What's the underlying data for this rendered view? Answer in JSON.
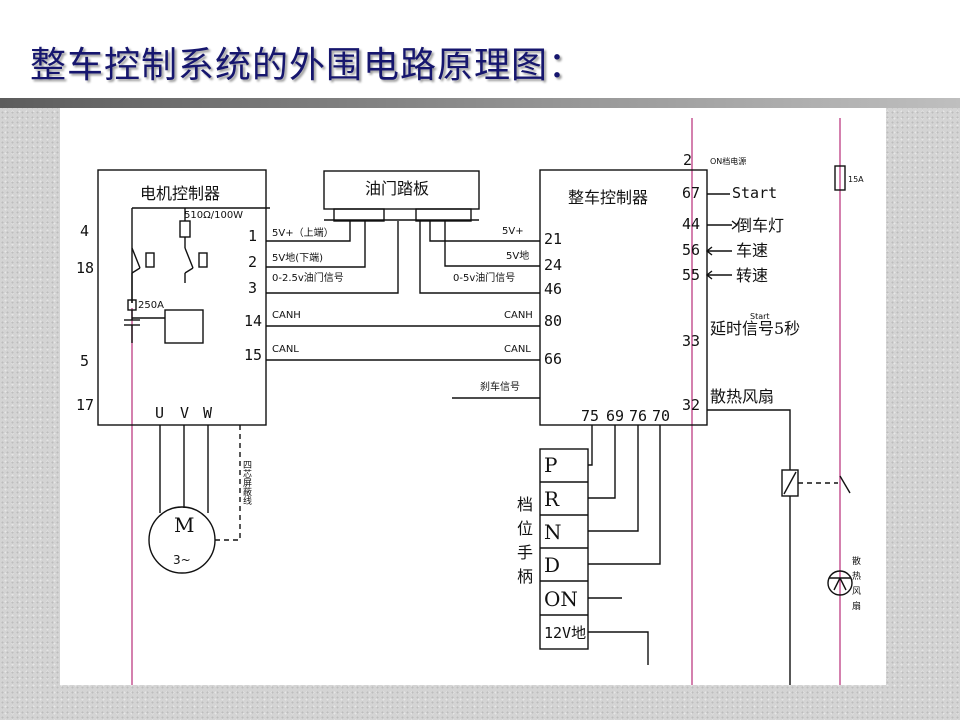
{
  "title": "整车控制系统的外围电路原理图：",
  "motor_controller": {
    "label": "电机控制器",
    "resistor": "510Ω/100W",
    "fuse": "250A",
    "left_pins": [
      "4",
      "18",
      "5",
      "17"
    ],
    "right_pins": [
      "1",
      "2",
      "3",
      "14",
      "15"
    ],
    "phases": [
      "U",
      "V",
      "W"
    ],
    "motor_letter": "M",
    "motor_sub": "3~",
    "encoder": "四芯屏蔽线"
  },
  "pedal": {
    "label": "油门踏板"
  },
  "signals_left": [
    "5V+（上端）",
    "5V地(下端)",
    "0-2.5v油门信号",
    "CANH",
    "CANL"
  ],
  "signals_right": [
    "5V+",
    "5V地",
    "0-5v油门信号",
    "CANH",
    "CANL",
    "刹车信号"
  ],
  "vcu": {
    "label": "整车控制器",
    "left_pins": [
      "21",
      "24",
      "46",
      "80",
      "66"
    ],
    "bottom_pins": [
      "75",
      "69",
      "76",
      "70"
    ],
    "right_pins": [
      "2",
      "67",
      "44",
      "56",
      "55",
      "33",
      "32"
    ],
    "right_labels": [
      "ON档电源",
      "Start",
      "倒车灯",
      "车速",
      "转速",
      "Start",
      "延时信号5秒",
      "散热风扇"
    ]
  },
  "gear": {
    "label": [
      "档",
      "位",
      "手",
      "柄"
    ],
    "positions": [
      "P",
      "R",
      "N",
      "D",
      "ON",
      "12V地"
    ]
  },
  "fuse_15a": "15A",
  "fan": {
    "label": [
      "散",
      "热",
      "风",
      "扇"
    ]
  }
}
